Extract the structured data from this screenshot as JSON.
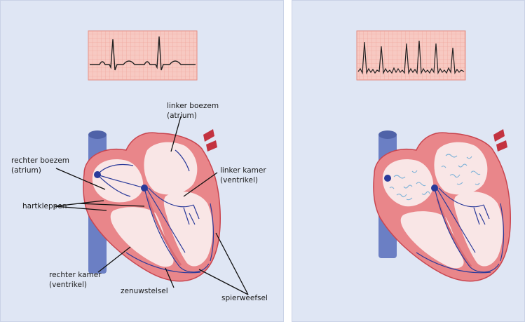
{
  "labels": {
    "left_atrium": [
      "linker boezem",
      "(atrium)"
    ],
    "right_atrium": [
      "rechter boezem",
      "(atrium)"
    ],
    "left_ventricle": [
      "linker kamer",
      "(ventrikel)"
    ],
    "valves": "hartkleppen",
    "right_ventricle": [
      "rechter kamer",
      "(ventrikel)"
    ],
    "nervous_system": "zenuwstelsel",
    "muscle_tissue": "spierweefsel"
  },
  "colors": {
    "panel_bg": "#dfe6f4",
    "ecg_bg": "#f7c9c2",
    "ecg_grid": "#ef9e93",
    "muscle": "#e9868a",
    "muscle_dark": "#c9454f",
    "chamber": "#f9e6e6",
    "vein": "#6b7fc4",
    "artery": "#c33340",
    "nerve": "#2a3a9a",
    "fibrillation": "#7fb3d8"
  },
  "icons": [
    "heart-illustration",
    "ecg-strip"
  ]
}
